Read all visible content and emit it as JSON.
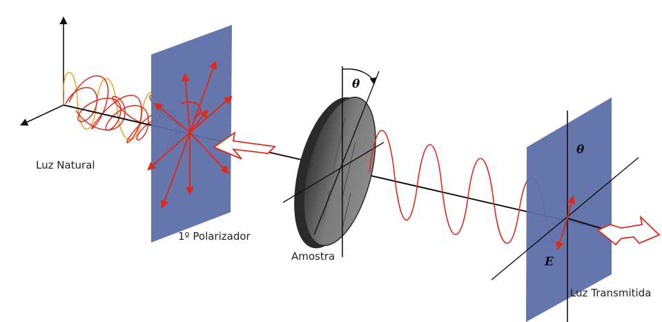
{
  "labels": {
    "natural_light": "Luz Natural",
    "first_polarizer": "1º Polarizador",
    "sample": "Amostra",
    "transmitted_light": "Luz Transmitida",
    "theta_sample": "θ",
    "theta_analyzer": "θ",
    "e_vector": "E"
  },
  "colors": {
    "wave": "#dd2a1a",
    "wave_secondary": "#f0a020",
    "polarizer_fill": "#5d6fa8",
    "axis": "#111111",
    "sample_face": "#6a6a6a",
    "sample_edge": "#2a2a2a"
  }
}
